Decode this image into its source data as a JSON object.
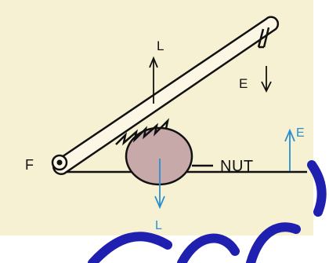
{
  "labels": {
    "fulcrum": "F",
    "nut": "NUT",
    "load_up": "L",
    "load_down": "L",
    "effort_top": "E",
    "effort_right": "E"
  },
  "colors": {
    "background": "#f6f1d2",
    "ink": "#111111",
    "arrow_blue": "#2a8fd0",
    "nut_fill": "#c7a9a9",
    "watermark": "#1f1fb0"
  }
}
